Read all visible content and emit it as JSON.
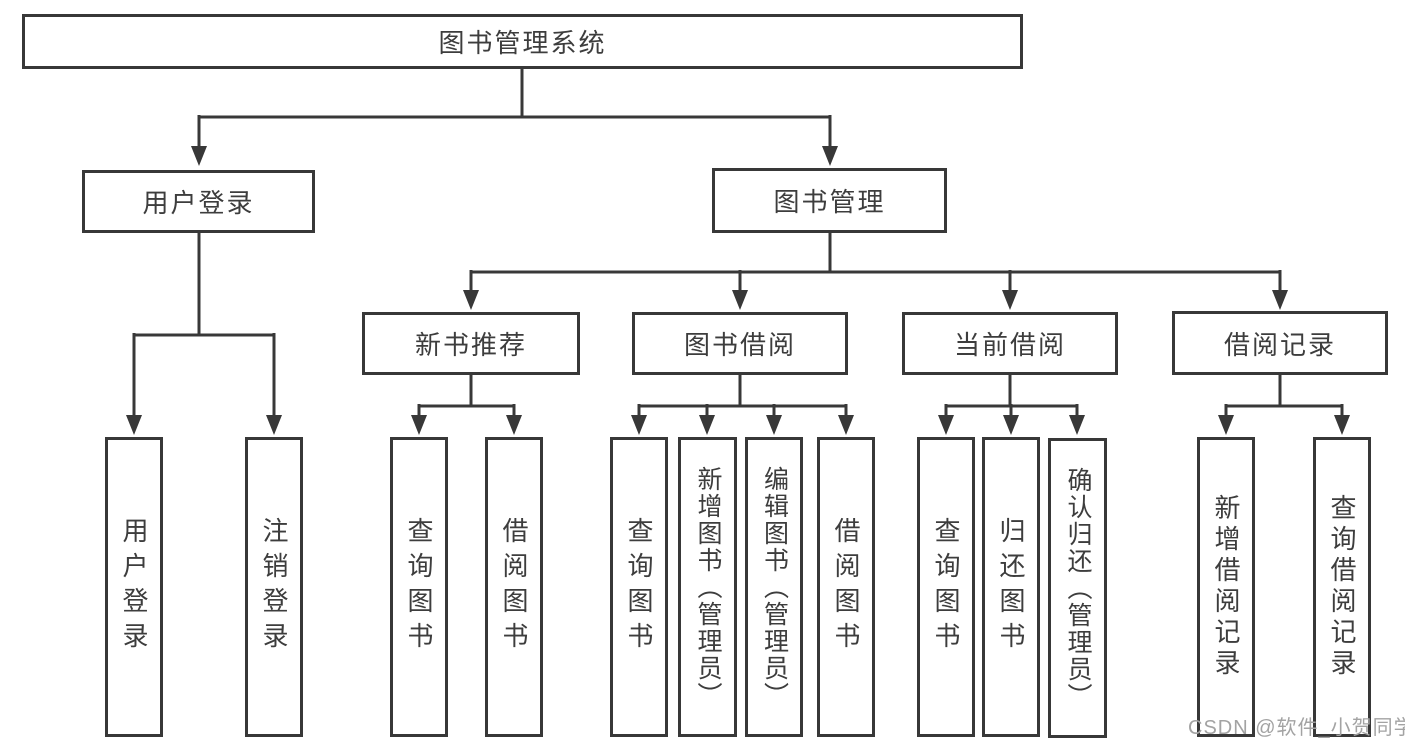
{
  "diagram_title": "图书管理系统",
  "watermark": "CSDN @软件_小贺同学",
  "colors": {
    "line": "#383838",
    "box_border": "#383838",
    "text": "#3d3d3d",
    "background": "#ffffff",
    "watermark": "#a3a3a3"
  },
  "tree": {
    "label": "图书管理系统",
    "children": [
      {
        "label": "用户登录",
        "children": [
          {
            "label": "用户登录"
          },
          {
            "label": "注销登录"
          }
        ]
      },
      {
        "label": "图书管理",
        "children": [
          {
            "label": "新书推荐",
            "children": [
              {
                "label": "查询图书"
              },
              {
                "label": "借阅图书"
              }
            ]
          },
          {
            "label": "图书借阅",
            "children": [
              {
                "label": "查询图书"
              },
              {
                "label": "新增图书（管理员）"
              },
              {
                "label": "编辑图书（管理员）"
              },
              {
                "label": "借阅图书"
              }
            ]
          },
          {
            "label": "当前借阅",
            "children": [
              {
                "label": "查询图书"
              },
              {
                "label": "归还图书"
              },
              {
                "label": "确认归还（管理员）"
              }
            ]
          },
          {
            "label": "借阅记录",
            "children": [
              {
                "label": "新增借阅记录"
              },
              {
                "label": "查询借阅记录"
              }
            ]
          }
        ]
      }
    ]
  }
}
